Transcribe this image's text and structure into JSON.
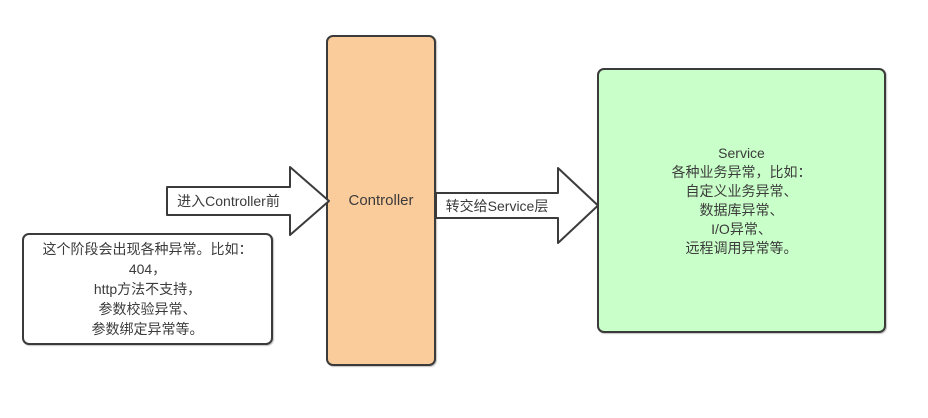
{
  "controller": {
    "label": "Controller"
  },
  "arrows": {
    "pre_controller": {
      "label": "进入Controller前"
    },
    "to_service": {
      "label": "转交给Service层"
    }
  },
  "service": {
    "title": "Service",
    "lines": [
      "各种业务异常，比如：",
      "自定义业务异常、",
      "数据库异常、",
      "I/O异常、",
      "远程调用异常等。"
    ]
  },
  "note": {
    "lines": [
      "这个阶段会出现各种异常。比如：",
      "404，",
      "http方法不支持，",
      "参数校验异常、",
      "参数绑定异常等。"
    ]
  },
  "colors": {
    "background": "#FFFFFF",
    "controller_fill": "#FBCC9B",
    "service_fill": "#C9FFC9",
    "note_fill": "#FFFFFF",
    "arrow_fill": "#FFFFFF",
    "shape_border": "#3B3B3B",
    "text": "#3B3B3B"
  }
}
